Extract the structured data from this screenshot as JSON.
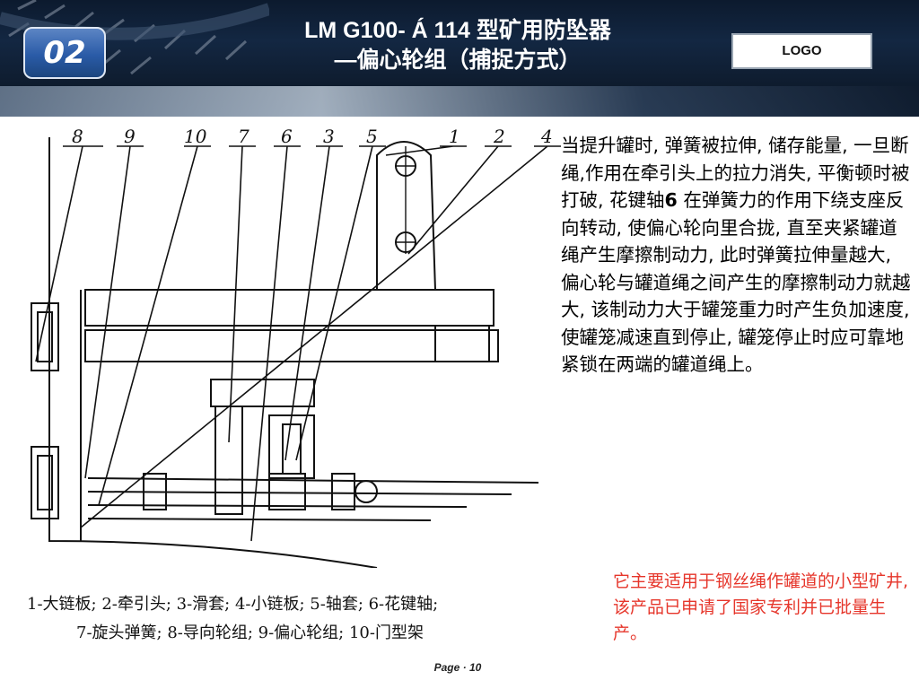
{
  "header": {
    "slide_number": "02",
    "title_line1": "LM G100- Á 114 型矿用防坠器",
    "title_line2": "—偏心轮组（捕捉方式）",
    "logo": "LOGO"
  },
  "drawing": {
    "callouts": [
      "8",
      "9",
      "10",
      "7",
      "6",
      "3",
      "5",
      "1",
      "2",
      "4"
    ]
  },
  "description": {
    "text_before": "当提升罐时, 弹簧被拉伸, 储存能量, 一旦断绳,作用在牵引头上的拉力消失, 平衡顿时被打破, 花键轴",
    "text_bold": "6",
    "text_after": " 在弹簧力的作用下绕支座反向转动, 使偏心轮向里合拢, 直至夹紧罐道绳产生摩擦制动力, 此时弹簧拉伸量越大, 偏心轮与罐道绳之间产生的摩擦制动力就越大, 该制动力大于罐笼重力时产生负加速度, 使罐笼减速直到停止, 罐笼停止时应可靠地紧锁在两端的罐道绳上。"
  },
  "legend": {
    "row1": "1-大链板;  2-牵引头;  3-滑套;  4-小链板;  5-轴套;  6-花键轴;",
    "row2": "7-旋头弹簧;  8-导向轮组;  9-偏心轮组;  10-门型架"
  },
  "note": "它主要适用于钢丝绳作罐道的小型矿井, 该产品已申请了国家专利并已批量生产。",
  "footer": {
    "page_label": "Page",
    "separator": "·",
    "page_number": "10"
  },
  "colors": {
    "header_bg": "#0e1b2d",
    "badge_blue": "#2a5ba7",
    "note_red": "#e6362b"
  }
}
